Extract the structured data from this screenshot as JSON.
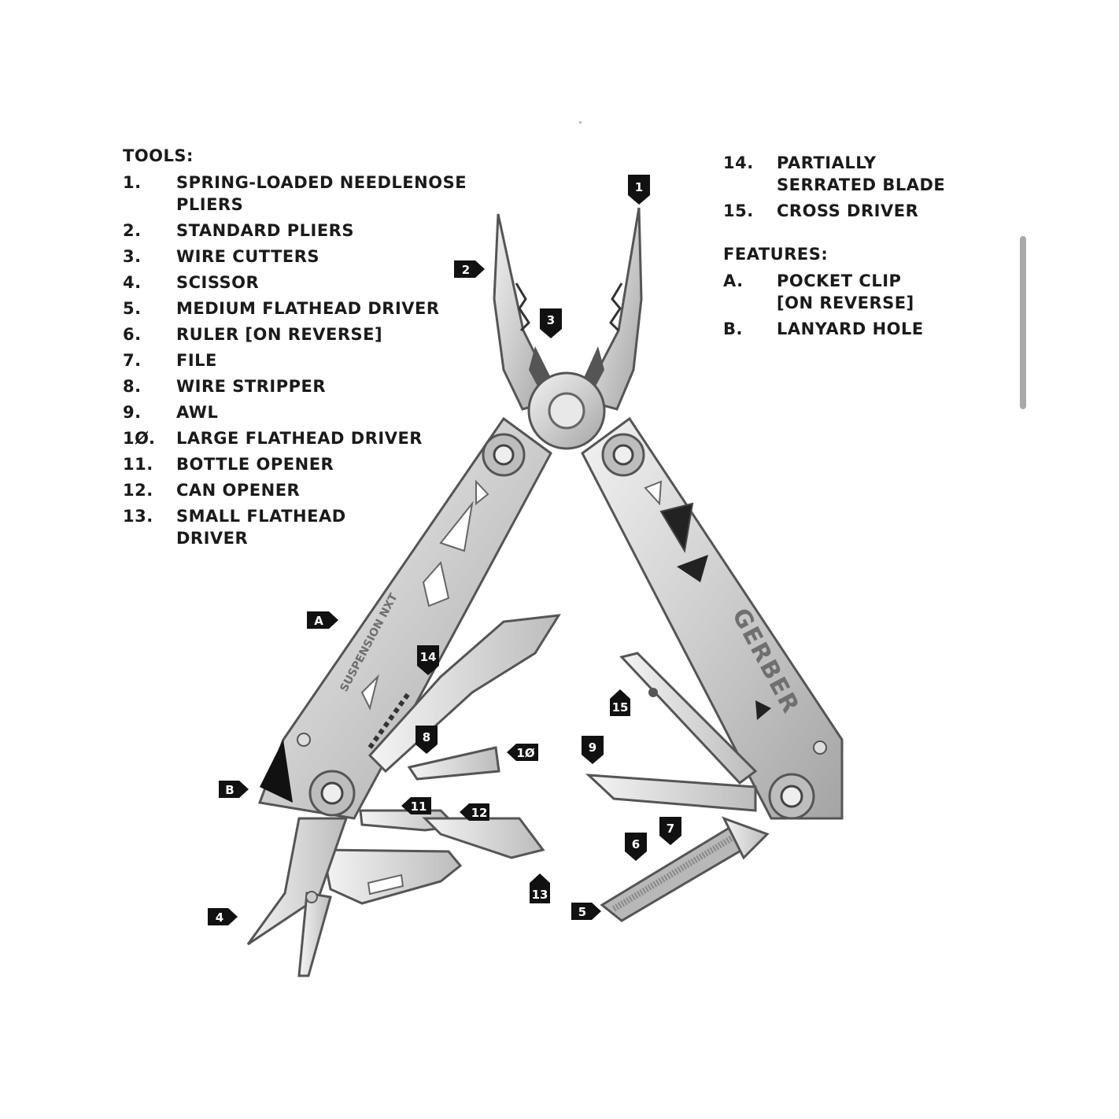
{
  "tools_heading": "TOOLS:",
  "tools": [
    {
      "num": "1.",
      "label": "SPRING-LOADED NEEDLENOSE PLIERS"
    },
    {
      "num": "2.",
      "label": "STANDARD PLIERS"
    },
    {
      "num": "3.",
      "label": "WIRE CUTTERS"
    },
    {
      "num": "4.",
      "label": "SCISSOR"
    },
    {
      "num": "5.",
      "label": "MEDIUM FLATHEAD DRIVER"
    },
    {
      "num": "6.",
      "label": "RULER [ON REVERSE]"
    },
    {
      "num": "7.",
      "label": "FILE"
    },
    {
      "num": "8.",
      "label": "WIRE STRIPPER"
    },
    {
      "num": "9.",
      "label": "AWL"
    },
    {
      "num": "1Ø.",
      "label": "LARGE FLATHEAD DRIVER"
    },
    {
      "num": "11.",
      "label": "BOTTLE OPENER"
    },
    {
      "num": "12.",
      "label": "CAN OPENER"
    },
    {
      "num": "13.",
      "label": "SMALL FLATHEAD DRIVER"
    },
    {
      "num": "14.",
      "label": "PARTIALLY SERRATED BLADE"
    },
    {
      "num": "15.",
      "label": "CROSS DRIVER"
    }
  ],
  "features_heading": "FEATURES:",
  "features": [
    {
      "num": "A.",
      "label": "POCKET CLIP [ON REVERSE]"
    },
    {
      "num": "B.",
      "label": "LANYARD HOLE"
    }
  ],
  "callouts": {
    "c1": "1",
    "c2": "2",
    "c3": "3",
    "c4": "4",
    "c5": "5",
    "c6": "6",
    "c7": "7",
    "c8": "8",
    "c9": "9",
    "c10": "1Ø",
    "c11": "11",
    "c12": "12",
    "c13": "13",
    "c14": "14",
    "c15": "15",
    "cA": "A",
    "cB": "B"
  },
  "engraving": {
    "brand": "GERBER",
    "model": "SUSPENSION NXT"
  },
  "colors": {
    "steel_light": "#e4e4e4",
    "steel_mid": "#c4c4c4",
    "steel_dark": "#8d8d8d",
    "outline": "#555555",
    "callout_fill": "#111111"
  }
}
